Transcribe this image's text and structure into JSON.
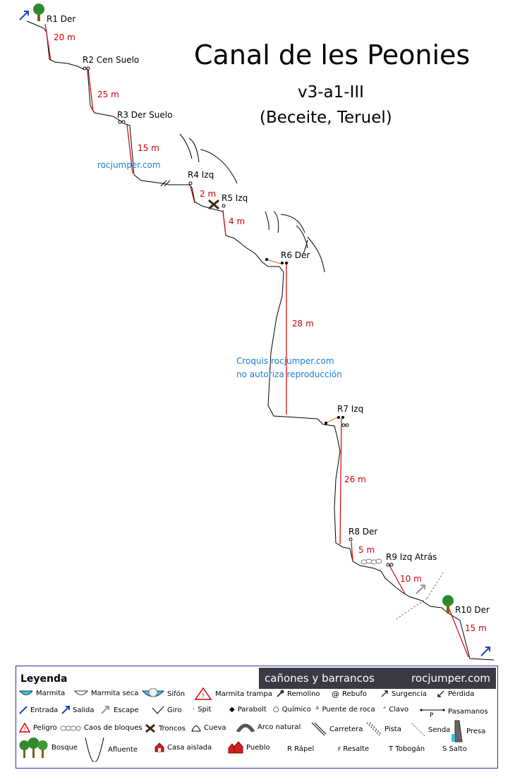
{
  "header": {
    "title": "Canal de les Peonies",
    "grade": "v3-a1-III",
    "location": "(Beceite, Teruel)"
  },
  "watermarks": {
    "site": "rocjumper.com",
    "line1": "Croquis rocjumper.com",
    "line2": "no autoriza reproducción"
  },
  "rappels": [
    {
      "label": "R1 Der",
      "distance": "20 m"
    },
    {
      "label": "R2 Cen Suelo",
      "distance": "25 m"
    },
    {
      "label": "R3 Der Suelo",
      "distance": "15 m"
    },
    {
      "label": "R4 Izq",
      "distance": "2 m"
    },
    {
      "label": "R5 Izq",
      "distance": "4 m"
    },
    {
      "label": "R6 Der",
      "distance": "28 m"
    },
    {
      "label": "R7 Izq",
      "distance": "26 m"
    },
    {
      "label": "R8 Der",
      "distance": "5 m"
    },
    {
      "label": "R9 Izq Atrás",
      "distance": "10 m"
    },
    {
      "label": "R10 Der",
      "distance": "15 m"
    }
  ],
  "legend": {
    "title": "Leyenda",
    "banner_left": "cañones y barrancos",
    "banner_right": "rocjumper.com",
    "items": {
      "marmita": "Marmita",
      "marmita_seca": "Marmita seca",
      "sifon": "Sifón",
      "marmita_trampa": "Marmita trampa",
      "remolino": "Remolino",
      "rebufo": "Rebufo",
      "surgencia": "Surgencia",
      "perdida": "Pérdida",
      "entrada": "Entrada",
      "salida": "Salida",
      "escape": "Escape",
      "giro": "Giro",
      "spit": "Spit",
      "parabolt": "Parabolt",
      "quimico": "Químico",
      "puente_roca": "Puente de roca",
      "clavo": "Clavo",
      "pasamanos": "Pasamanos",
      "peligro": "Peligro",
      "caos": "Caos de bloques",
      "troncos": "Troncos",
      "cueva": "Cueva",
      "arco": "Arco natural",
      "carretera": "Carretera",
      "pista": "Pista",
      "senda": "Senda",
      "presa": "Presa",
      "bosque": "Bosque",
      "afluente": "Afluente",
      "casa": "Casa aislada",
      "pueblo": "Pueblo",
      "rapel": "R Rápel",
      "resalte": "r Resalte",
      "tobogan": "T Tobogán",
      "salto": "S Salto",
      "pasamanos_mark": "P"
    }
  }
}
